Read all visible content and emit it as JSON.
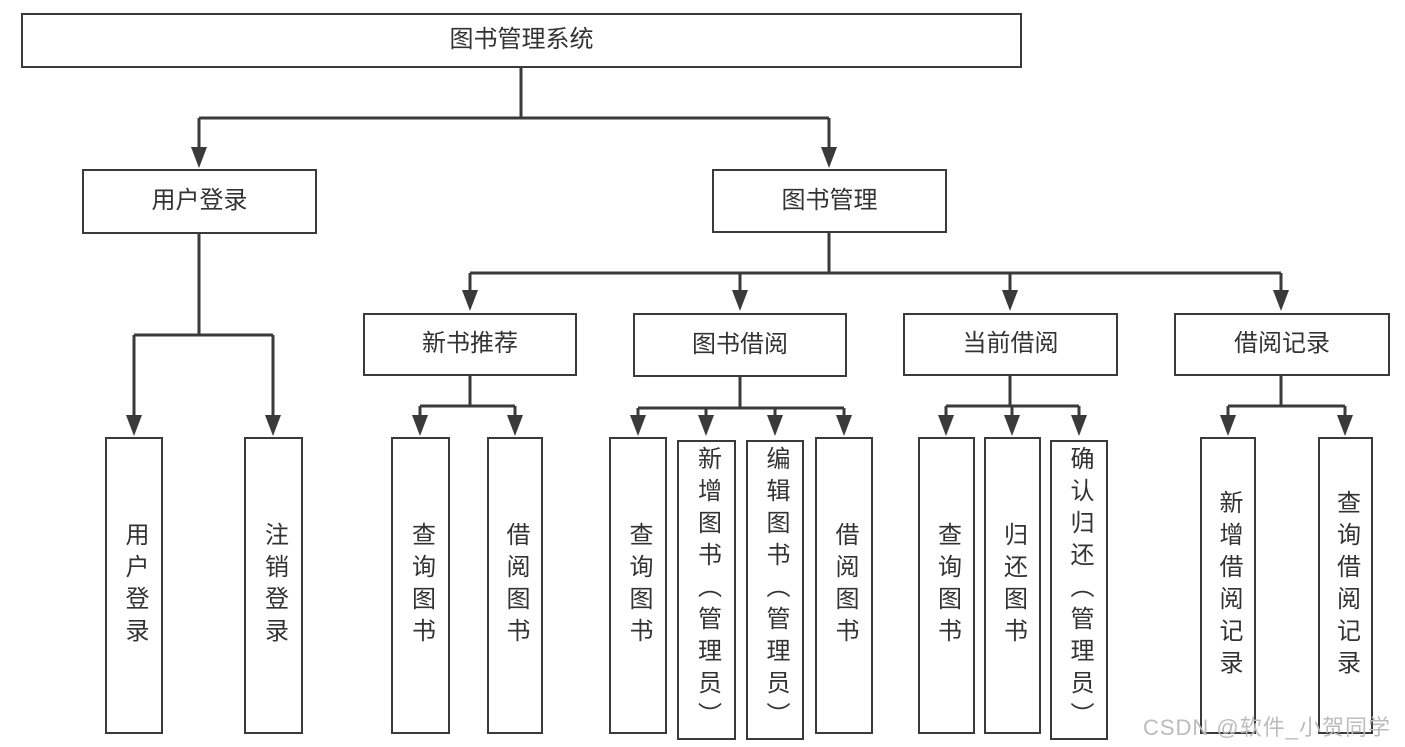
{
  "diagram": {
    "title": "图书管理系统",
    "nodes": {
      "root": {
        "label": "图书管理系统"
      },
      "user_login": {
        "label": "用户登录"
      },
      "book_mgmt": {
        "label": "图书管理"
      },
      "new_book_rec": {
        "label": "新书推荐"
      },
      "book_borrow": {
        "label": "图书借阅"
      },
      "current_borrow": {
        "label": "当前借阅"
      },
      "borrow_records": {
        "label": "借阅记录"
      },
      "leaf_user_login": {
        "label": "用户登录"
      },
      "leaf_logout": {
        "label": "注销登录"
      },
      "leaf_nbr_query_book": {
        "label": "查询图书"
      },
      "leaf_nbr_borrow_book": {
        "label": "借阅图书"
      },
      "leaf_bb_query_book": {
        "label": "查询图书"
      },
      "leaf_bb_add_book": {
        "label": "新增图书（管理员）"
      },
      "leaf_bb_edit_book": {
        "label": "编辑图书（管理员）"
      },
      "leaf_bb_borrow_book": {
        "label": "借阅图书"
      },
      "leaf_cb_query_book": {
        "label": "查询图书"
      },
      "leaf_cb_return_book": {
        "label": "归还图书"
      },
      "leaf_cb_confirm_return": {
        "label": "确认归还（管理员）"
      },
      "leaf_br_add_record": {
        "label": "新增借阅记录"
      },
      "leaf_br_query_record": {
        "label": "查询借阅记录"
      }
    },
    "edges": [
      "root→用户登录",
      "root→图书管理",
      "用户登录→用户登录",
      "用户登录→注销登录",
      "图书管理→新书推荐",
      "图书管理→图书借阅",
      "图书管理→当前借阅",
      "图书管理→借阅记录",
      "新书推荐→查询图书",
      "新书推荐→借阅图书",
      "图书借阅→查询图书",
      "图书借阅→新增图书（管理员）",
      "图书借阅→编辑图书（管理员）",
      "图书借阅→借阅图书",
      "当前借阅→查询图书",
      "当前借阅→归还图书",
      "当前借阅→确认归还（管理员）",
      "借阅记录→新增借阅记录",
      "借阅记录→查询借阅记录"
    ]
  },
  "watermark": {
    "text": "CSDN @软件_小贺同学"
  },
  "colors": {
    "line": "#3a3a3a",
    "text": "#333333",
    "watermark": "#bcbcbc",
    "background": "#ffffff"
  }
}
